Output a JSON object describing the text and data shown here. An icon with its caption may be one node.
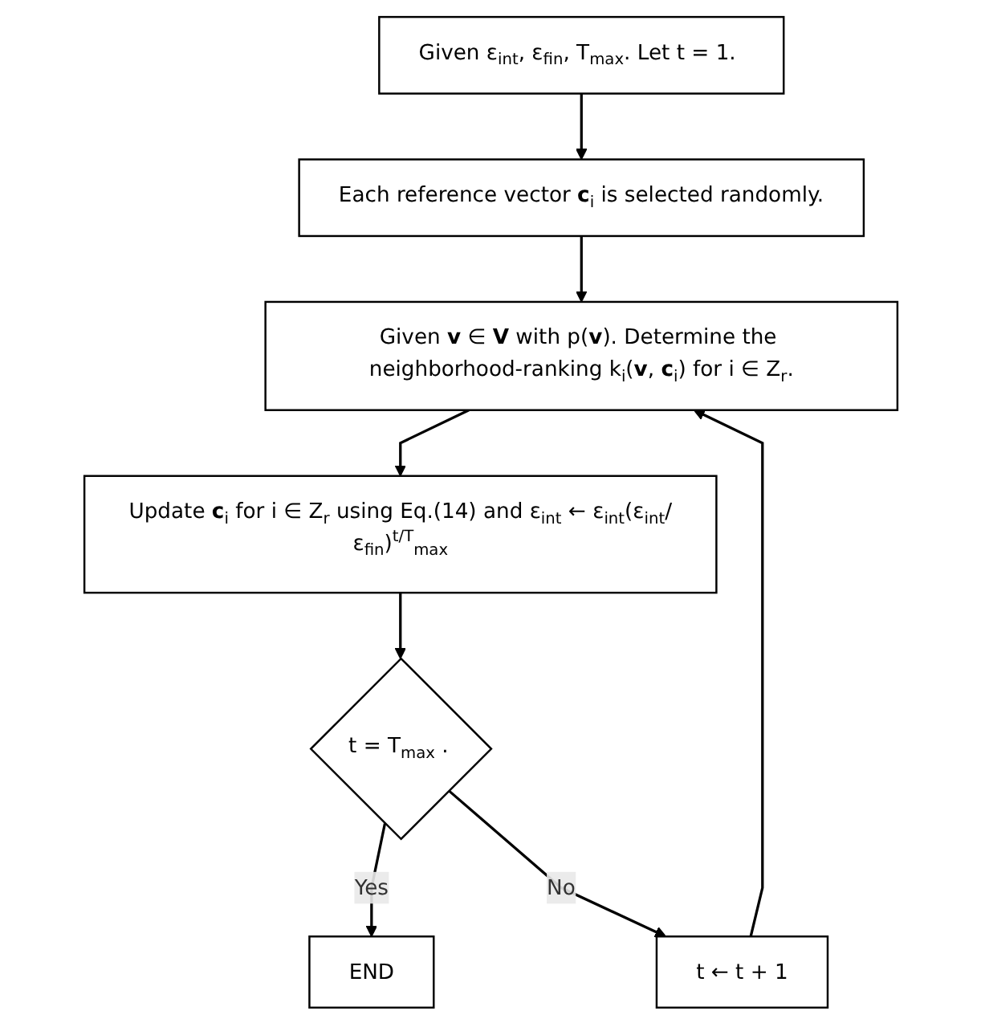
{
  "diagram": {
    "nodes": [
      {
        "text": [
          "Given ε$_{int}$, ε$_{fin}$, T$_{max}$. Let t = 1."
        ]
      },
      {
        "text": [
          "Each reference vector **c**$_{i}$ is selected randomly."
        ]
      },
      {
        "text": [
          "Given **v** ∈ **V** with p(**v**). Determine the neighborhood-ranking k$_{i}$(**v**, **c**$_{i}$) for i ∈ Z$_{r}$."
        ]
      },
      {
        "text": [
          "Update **c**$_{i}$ for i ∈ Z$_{r}$ using Eq.(14) and ε$_{int}$ ← ε$_{int}$(ε$_{int}$/ε$_{fin}$)$^{t/T}$$_{max}$"
        ]
      },
      {
        "text": [
          "t = T$_{max}$ ."
        ]
      },
      {
        "text": [
          "END"
        ]
      },
      {
        "text": [
          "t ← t + 1"
        ]
      }
    ],
    "edges": [
      {
        "from": 0,
        "to": 1,
        "arrow": "to"
      },
      {
        "from": 1,
        "to": 2,
        "arrow": "to"
      },
      {
        "from": 2,
        "to": 3,
        "arrow": "to"
      },
      {
        "from": 3,
        "to": 4,
        "arrow": "to"
      },
      {
        "from": 4,
        "to": 5,
        "arrow": "to",
        "label": "Yes"
      },
      {
        "from": 4,
        "to": 6,
        "arrow": "to",
        "label": "No"
      },
      {
        "from": 6,
        "to": 2,
        "arrow": "to"
      }
    ]
  }
}
